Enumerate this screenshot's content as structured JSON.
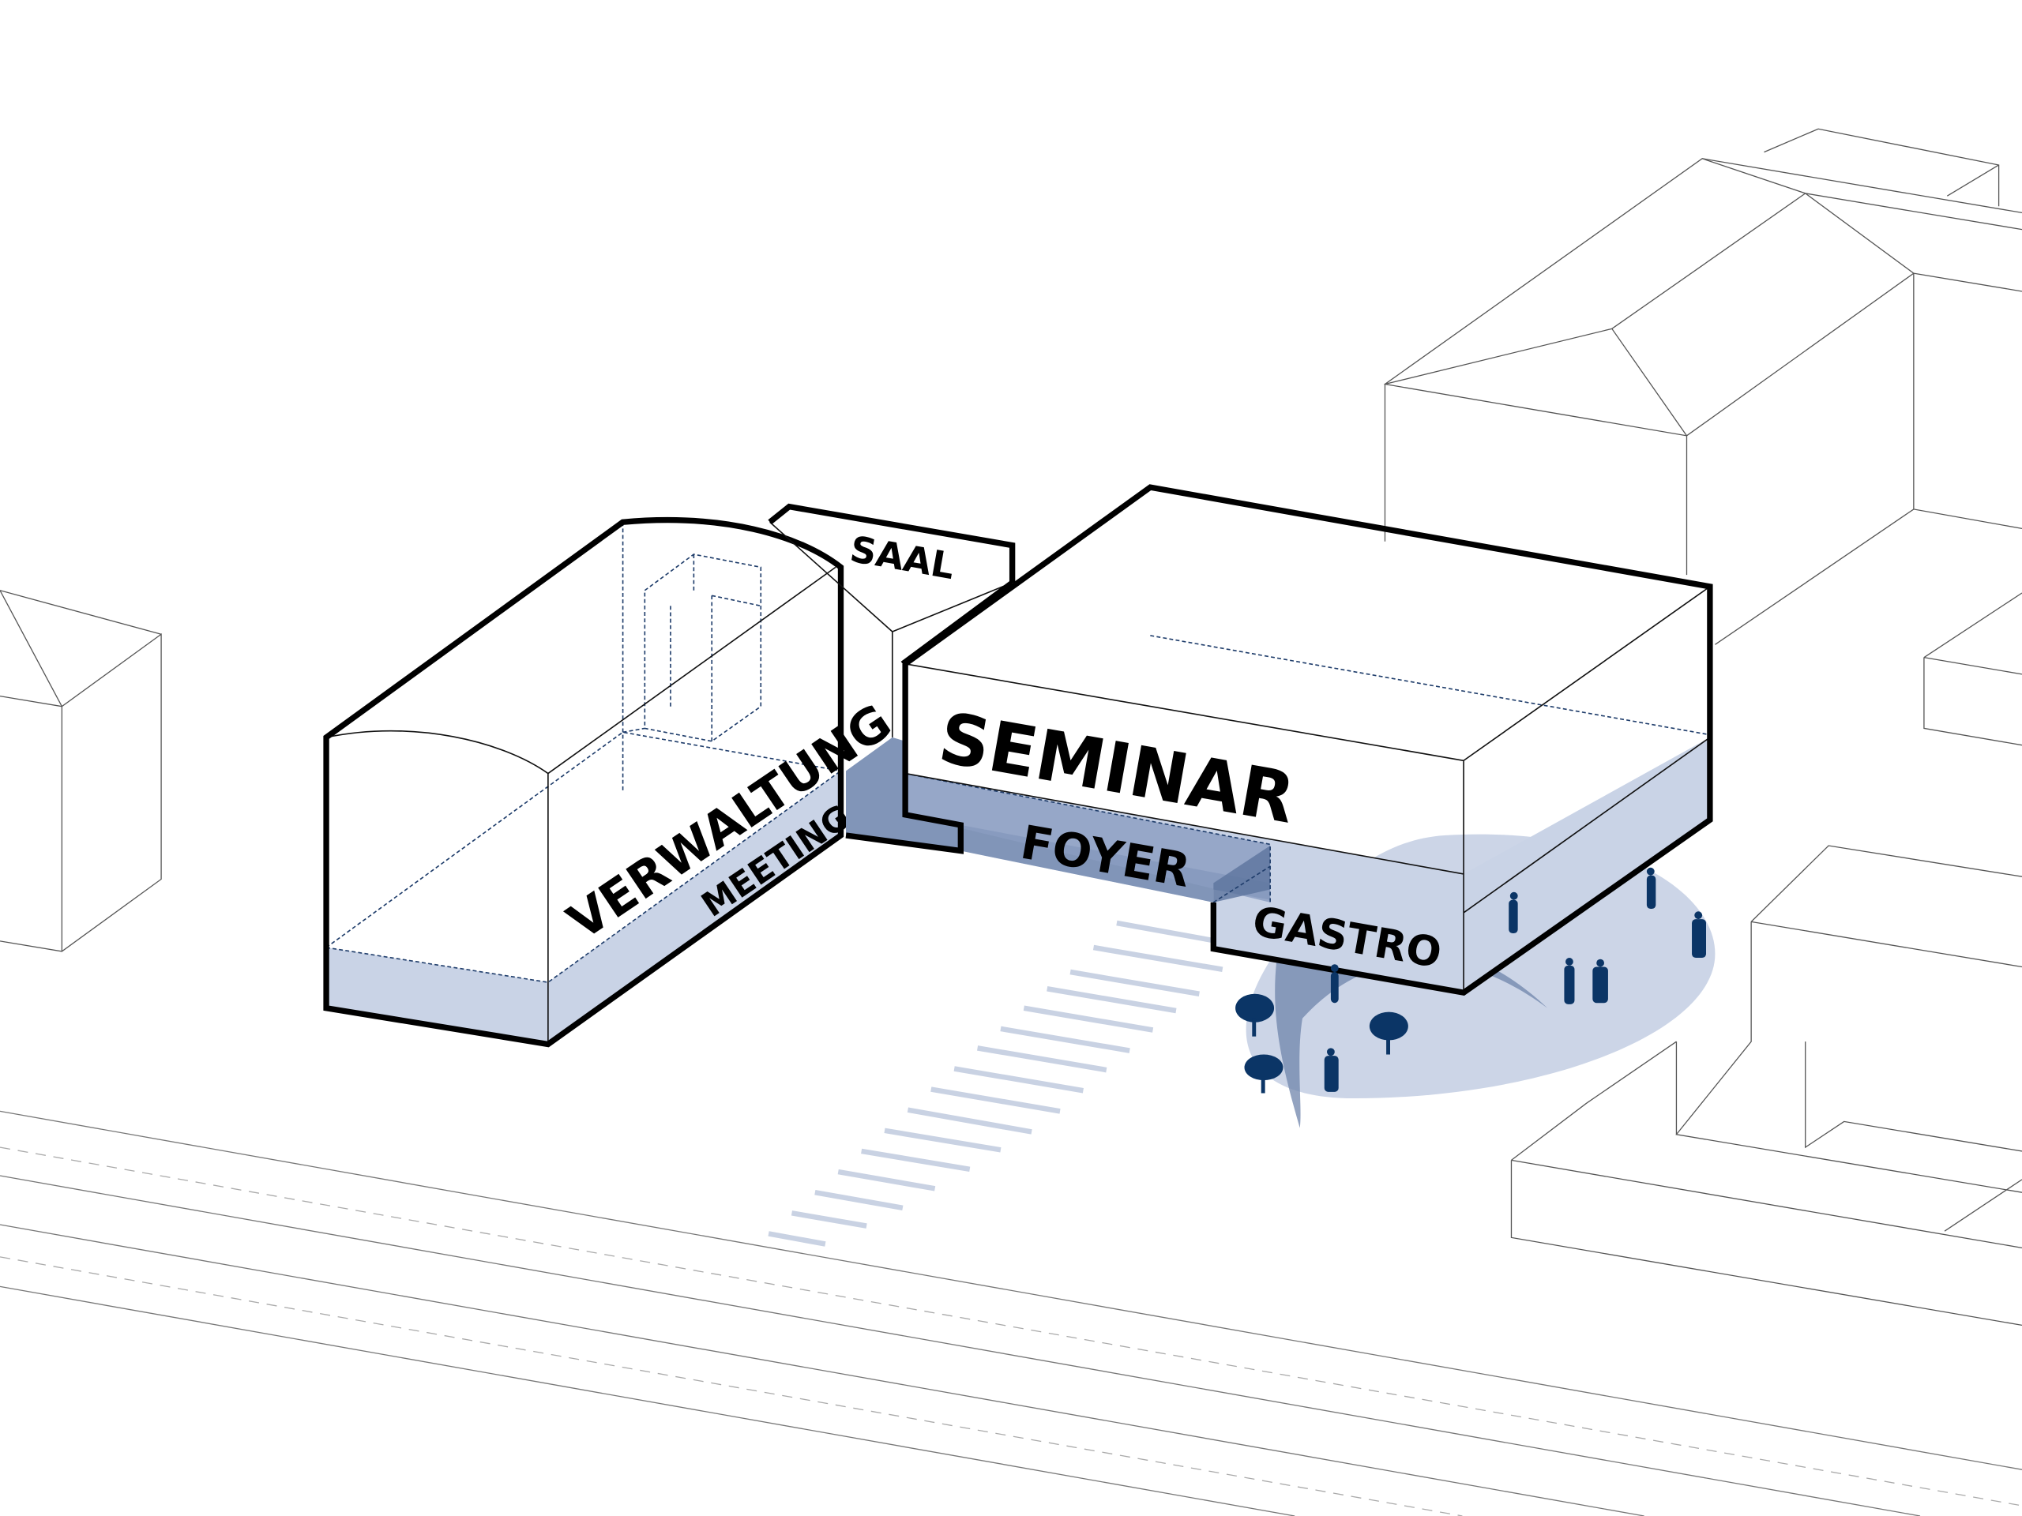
{
  "diagram": {
    "type": "axonometric building program diagram",
    "colors": {
      "accent_fill": "#c9d3e6",
      "accent_dark": "#6f84ab",
      "figures": "#0b3566",
      "outline": "#000000"
    },
    "labels": {
      "saal": "SAAL",
      "seminar": "SEMINAR",
      "verwaltung": "VERWALTUNG",
      "meeting": "MEETING",
      "foyer": "FOYER",
      "gastro": "GASTRO"
    }
  }
}
